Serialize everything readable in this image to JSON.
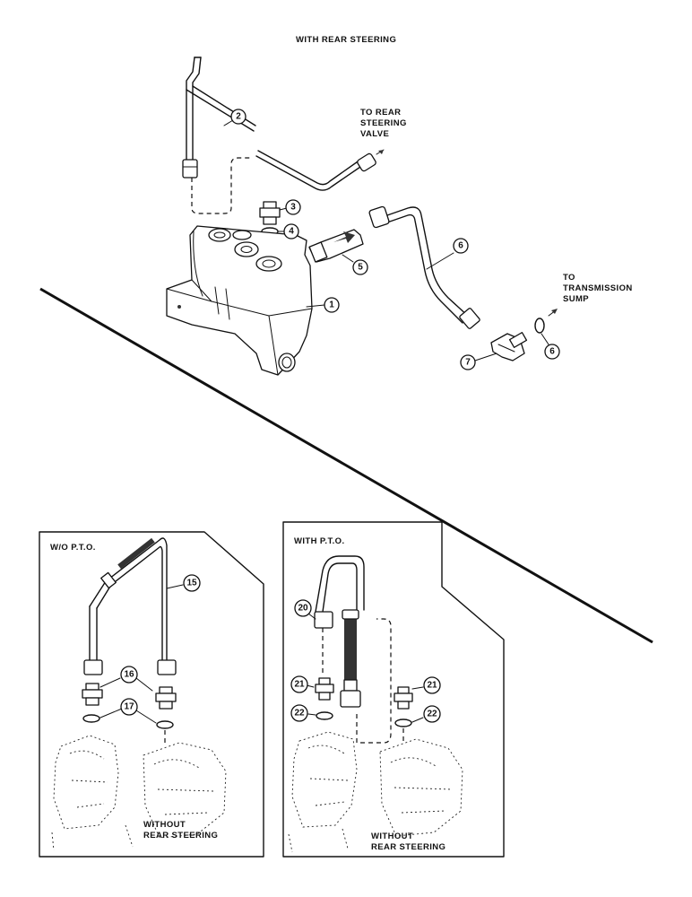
{
  "title": "WITH REAR STEERING",
  "destinations": {
    "rear_steering": [
      "TO REAR",
      "STEERING",
      "VALVE"
    ],
    "transmission": [
      "TO",
      "TRANSMISSION",
      "SUMP"
    ]
  },
  "callouts": {
    "c1": "1",
    "c2": "2",
    "c3": "3",
    "c4": "4",
    "c5": "5",
    "c6a": "6",
    "c6b": "6",
    "c7": "7",
    "c15": "15",
    "c16": "16",
    "c17": "17",
    "c20": "20",
    "c21a": "21",
    "c21b": "21",
    "c22a": "22",
    "c22b": "22"
  },
  "insets": {
    "left": {
      "title": "W/O P.T.O.",
      "footer": [
        "WITHOUT",
        "REAR STEERING"
      ]
    },
    "right": {
      "title": "WITH P.T.O.",
      "footer": [
        "WITHOUT",
        "REAR STEERING"
      ]
    }
  }
}
